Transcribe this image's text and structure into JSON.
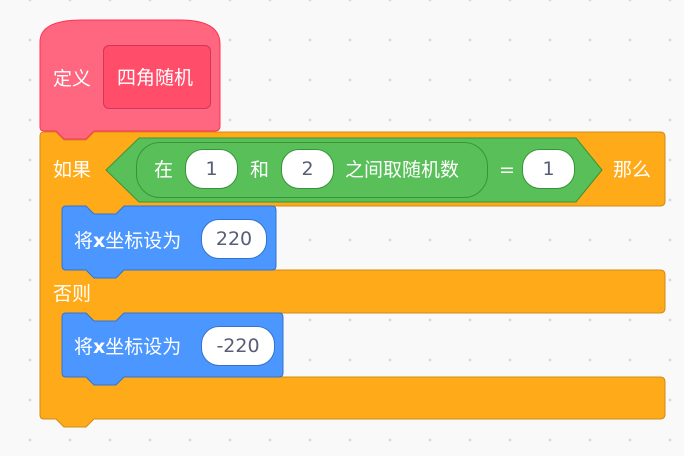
{
  "colors": {
    "define_block": "#ff6680",
    "prototype_block": "#ff4d6a",
    "control_block": "#ffab19",
    "operator_block": "#59c059",
    "motion_block": "#4c97ff",
    "input_text": "#575e75"
  },
  "define_block": {
    "label": "定义",
    "prototype_label": "四角随机"
  },
  "if_block": {
    "if_label": "如果",
    "then_label": "那么",
    "else_label": "否则",
    "condition": {
      "operator": "=",
      "right_value": "1",
      "random_block": {
        "from_label": "在",
        "from_value": "1",
        "and_label": "和",
        "to_value": "2",
        "suffix_label": "之间取随机数"
      }
    }
  },
  "then_block": {
    "label_prefix": "将",
    "label_x": "x",
    "label_suffix": "坐标设为",
    "value": "220"
  },
  "else_block": {
    "label_prefix": "将",
    "label_x": "x",
    "label_suffix": "坐标设为",
    "value": "-220"
  }
}
